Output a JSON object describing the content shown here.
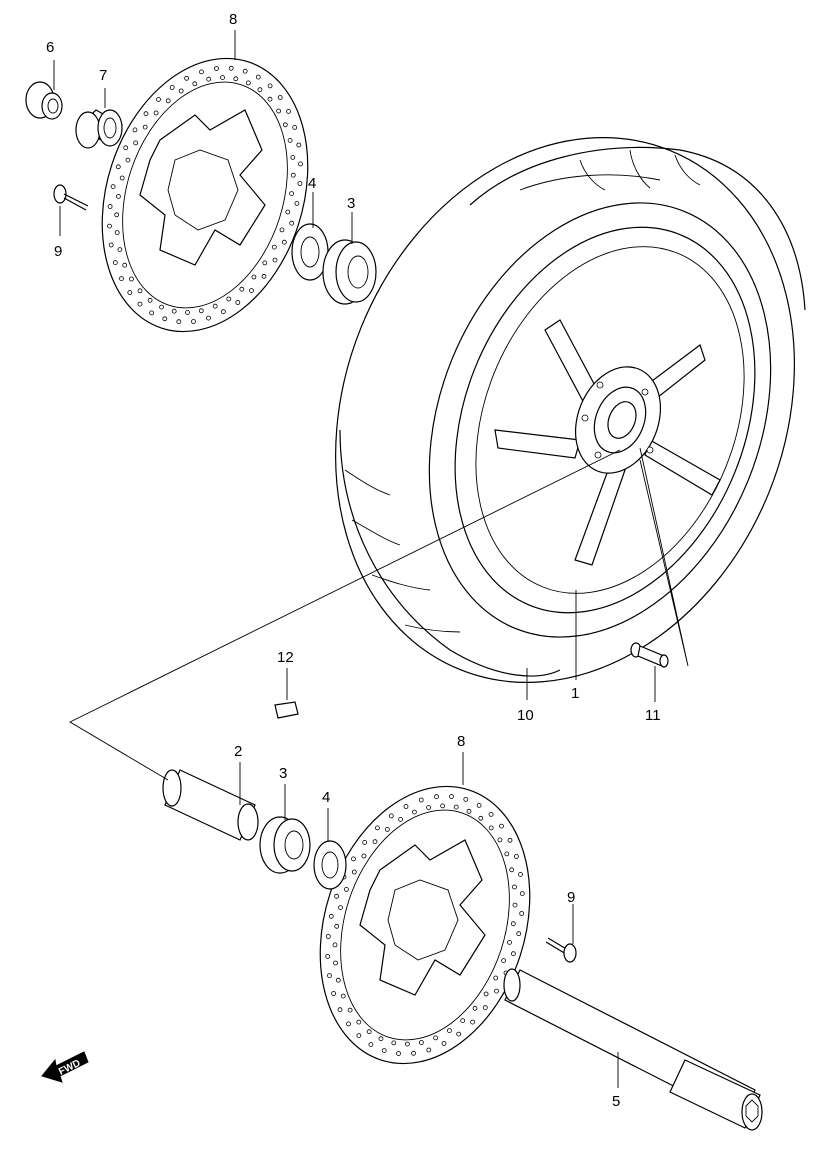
{
  "callouts": {
    "c1": "1",
    "c2": "2",
    "c3_top": "3",
    "c3_bottom": "3",
    "c4_top": "4",
    "c4_bottom": "4",
    "c5": "5",
    "c6": "6",
    "c7": "7",
    "c8_top": "8",
    "c8_bottom": "8",
    "c9_top": "9",
    "c9_bottom": "9",
    "c10": "10",
    "c11": "11",
    "c12": "12"
  },
  "fwd": "FWD"
}
